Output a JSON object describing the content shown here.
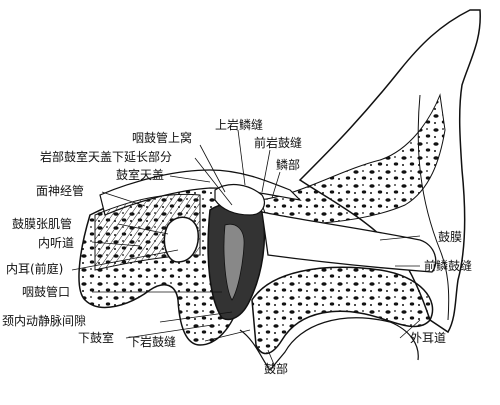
{
  "labels": {
    "yangu_shangwo": "咽鼓管上窝",
    "shangyan_linfeng": "上岩鳞缝",
    "qianyan_gufeng": "前岩鼓缝",
    "yanbu_gushi": "岩部鼓室天盖下延长部分",
    "lin_bu": "鳞部",
    "gushi_tiangai": "鼓室天盖",
    "mianshenjing_guan": "面神经管",
    "gumo_zhangjiguan": "鼓膜张肌管",
    "gumo": "鼓膜",
    "nei_tingdao": "内听道",
    "nei_er": "内耳(前庭)",
    "qian_lin_gufeng": "前鳞鼓缝",
    "yangu_guankou": "咽鼓管口",
    "jingneidongjingmai": "颈内动静脉间隙",
    "xia_gushi": "下鼓室",
    "xia_yangufeng": "下岩鼓缝",
    "wai_erdao": "外耳道",
    "gu_bu": "鼓部"
  }
}
